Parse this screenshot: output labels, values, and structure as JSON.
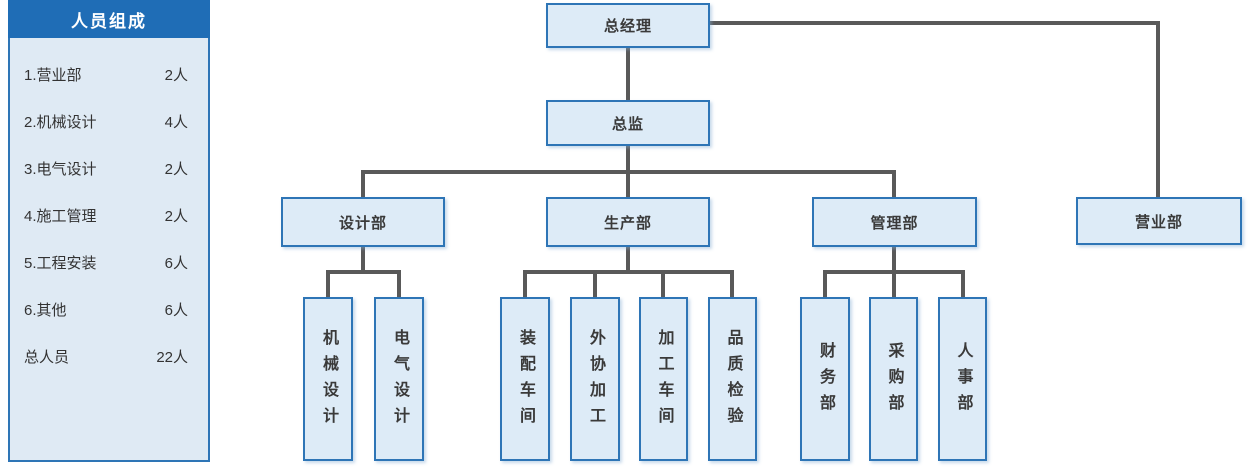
{
  "colors": {
    "header_blue": "#1f6db6",
    "box_border_blue": "#2e75b6",
    "box_fill_blue": "#ddebf7",
    "panel_fill_blue": "#dfeaf4",
    "connector_gray": "#595959",
    "text_dark": "#3a3a3a"
  },
  "sidebar": {
    "title": "人员组成",
    "items": [
      {
        "label": "1.营业部",
        "value": "2人"
      },
      {
        "label": "2.机械设计",
        "value": "4人"
      },
      {
        "label": "3.电气设计",
        "value": "2人"
      },
      {
        "label": "4.施工管理",
        "value": "2人"
      },
      {
        "label": "5.工程安装",
        "value": "6人"
      },
      {
        "label": "6.其他",
        "value": "6人"
      },
      {
        "label": "总人员",
        "value": "22人"
      }
    ]
  },
  "org": {
    "ceo": "总经理",
    "director": "总监",
    "departments": {
      "design": "设计部",
      "production": "生产部",
      "management": "管理部",
      "sales": "营业部"
    },
    "design_children": [
      "机械设计",
      "电气设计"
    ],
    "production_children": [
      "装配车间",
      "外协加工",
      "加工车间",
      "品质检验"
    ],
    "management_children": [
      "财务部",
      "采购部",
      "人事部"
    ]
  }
}
